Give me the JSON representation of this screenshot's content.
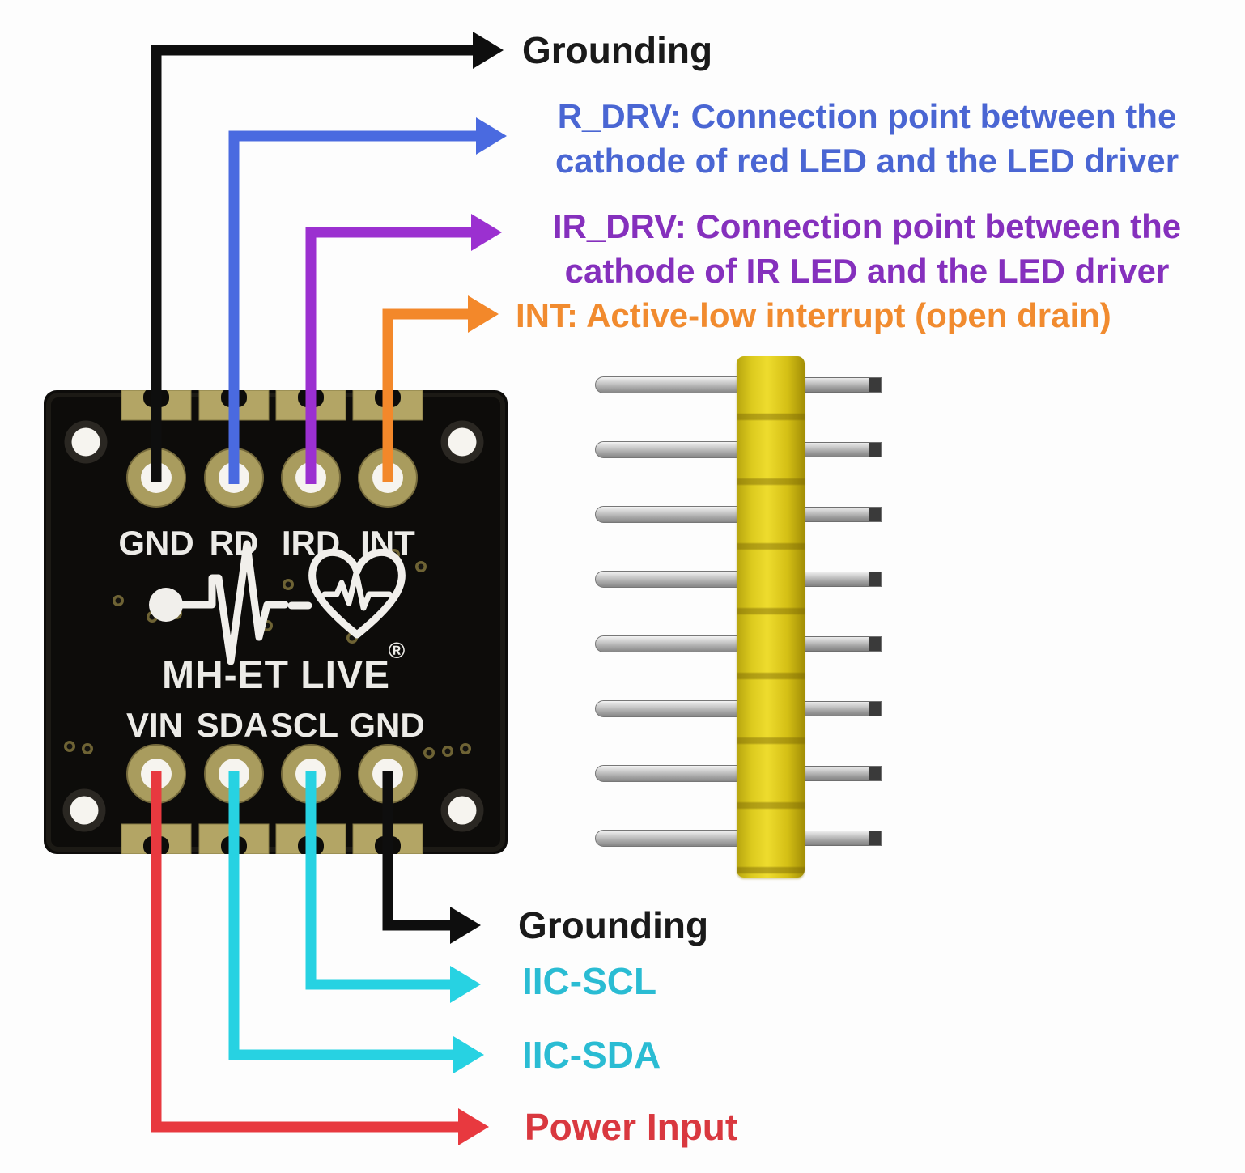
{
  "annotations": {
    "grounding_top": "Grounding",
    "r_drv": {
      "line1": "R_DRV: Connection point between the",
      "line2": "cathode of red LED and the LED driver"
    },
    "ir_drv": {
      "line1": "IR_DRV: Connection point between the",
      "line2": "cathode of IR LED and the LED driver"
    },
    "int": "INT: Active-low interrupt (open drain)",
    "grounding_bottom": "Grounding",
    "iic_scl": "IIC-SCL",
    "iic_sda": "IIC-SDA",
    "power_input": "Power Input"
  },
  "pcb": {
    "brand": "MH-ET LIVE",
    "registered": "®",
    "top_pins": [
      "GND",
      "RD",
      "IRD",
      "INT"
    ],
    "bottom_pins": [
      "VIN",
      "SDA",
      "SCL",
      "GND"
    ]
  },
  "pin_header": {
    "pins": 8
  },
  "colors": {
    "label_black": "#1a1a1a",
    "label_blue": "#4a66d3",
    "label_purple": "#8530bd",
    "label_orange": "#f18b2f",
    "label_cyan": "#2abcd3",
    "label_red": "#d9383f",
    "wire_black": "#0e0e0e",
    "wire_blue": "#4a6ae0",
    "wire_purple": "#9b30d0",
    "wire_orange": "#f3882a",
    "wire_cyan": "#27d2e2",
    "wire_red": "#e8393f",
    "header_yellow": "#d9c71c",
    "pad_gold": "#b3a565",
    "board_black": "#0d0c0a"
  }
}
